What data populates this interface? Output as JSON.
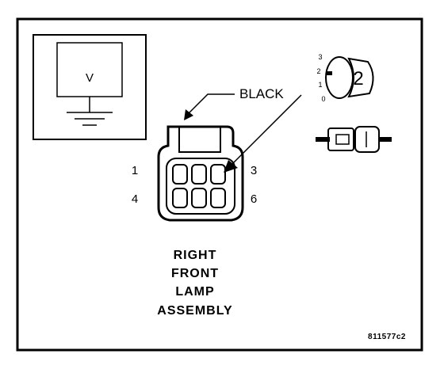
{
  "meter": {
    "label": "V"
  },
  "wire": {
    "label": "BLACK"
  },
  "pins": {
    "top_left": "1",
    "top_right": "3",
    "bottom_left": "4",
    "bottom_right": "6"
  },
  "component": {
    "line1": "RIGHT",
    "line2": "FRONT",
    "line3": "LAMP",
    "line4": "ASSEMBLY"
  },
  "connector_icon": {
    "badge": "2",
    "pos3": "3",
    "pos2": "2",
    "pos1": "1",
    "pos0": "0"
  },
  "figure_id": "811577c2",
  "colors": {
    "ink": "#000000",
    "paper": "#ffffff"
  }
}
